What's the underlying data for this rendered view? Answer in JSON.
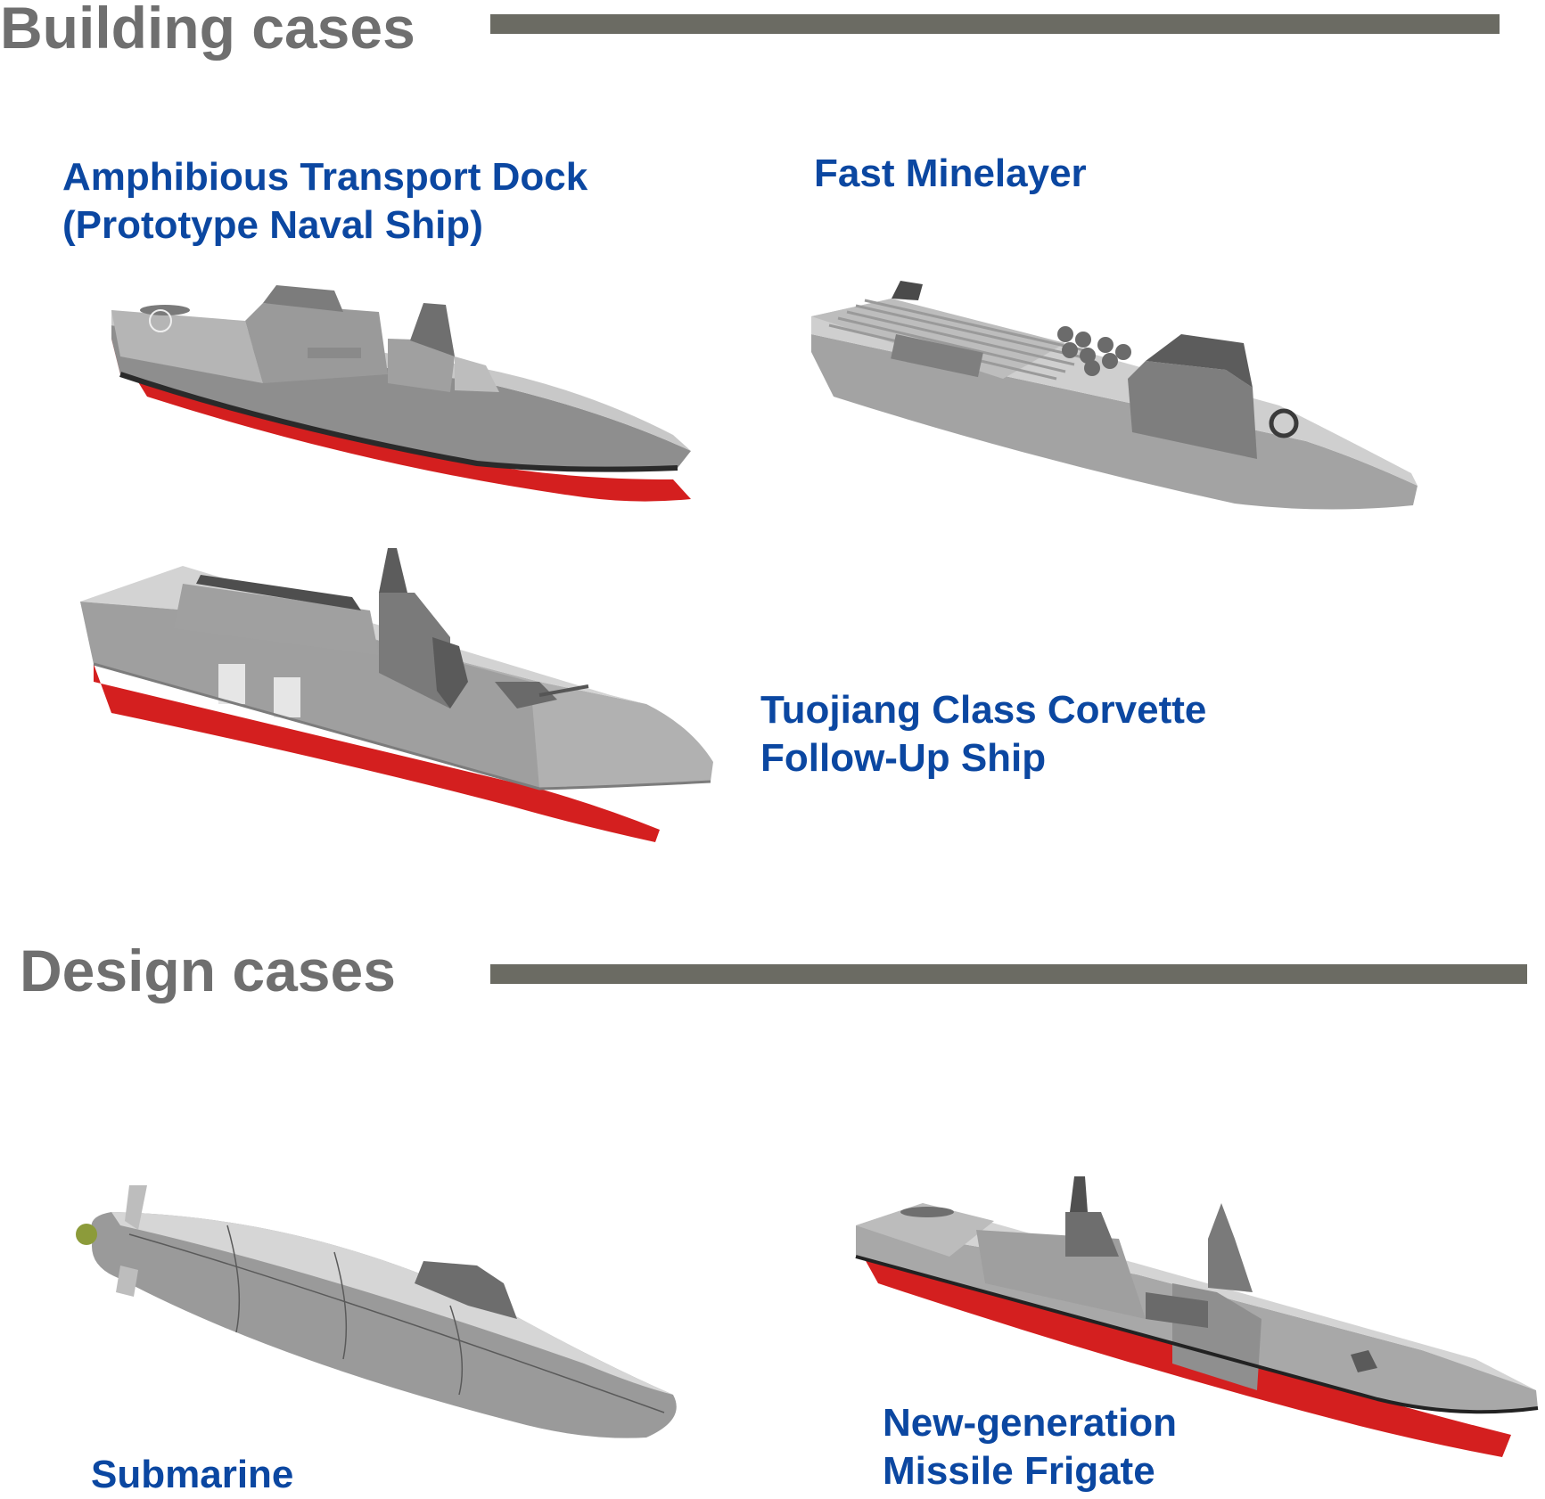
{
  "building": {
    "title": "Building cases",
    "items": [
      {
        "name": "amphibious-transport-dock",
        "lines": [
          "Amphibious Transport Dock",
          "(Prototype Naval Ship)"
        ]
      },
      {
        "name": "fast-minelayer",
        "lines": [
          "Fast Minelayer"
        ]
      },
      {
        "name": "tuojiang-corvette",
        "lines": [
          "Tuojiang Class Corvette",
          "Follow-Up Ship"
        ]
      }
    ]
  },
  "design": {
    "title": "Design cases",
    "items": [
      {
        "name": "submarine",
        "lines": [
          "Submarine"
        ]
      },
      {
        "name": "missile-frigate",
        "lines": [
          "New-generation",
          "Missile Frigate"
        ]
      }
    ]
  },
  "colors": {
    "caption": "#0b47a1",
    "heading": "#6f6f6f",
    "rule": "#6b6b63",
    "hull_grey": "#a6a6a6",
    "hull_red": "#d41f1f"
  }
}
